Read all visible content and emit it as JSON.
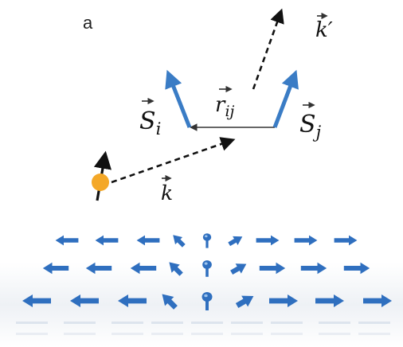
{
  "panel_label": "a",
  "labels": {
    "spin_i": "S",
    "spin_i_sub": "i",
    "spin_j": "S",
    "spin_j_sub": "j",
    "r_ij": "r",
    "r_ij_sub": "ij",
    "k_in": "k",
    "k_out": "k′"
  },
  "colors": {
    "spin_arrow": "#3a7cc5",
    "skyrmion_arrow": "#2f6fbf",
    "electron": "#f4a828",
    "dashed": "#111111",
    "vector": "#333333"
  },
  "icons": {
    "vector_hat": "arrow-accent",
    "electron": "orange-dot",
    "spin": "black-arrow"
  }
}
